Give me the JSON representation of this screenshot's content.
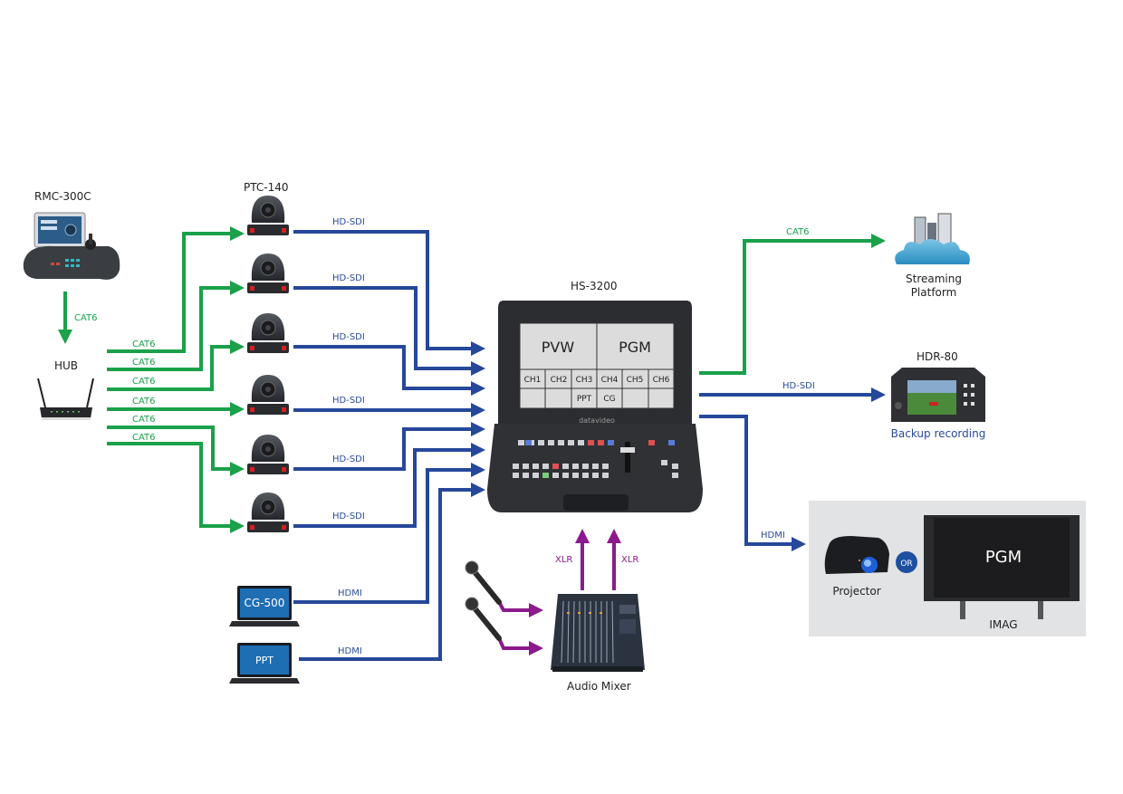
{
  "colors": {
    "cat6": "#1aa14a",
    "video": "#26489a",
    "audio": "#8c1a8c",
    "accent_text": "#2a4b9b",
    "imag_panel": "#e2e3e4"
  },
  "devices": {
    "controller": {
      "label": "RMC-300C",
      "icon": "ptz-controller-icon"
    },
    "hub": {
      "label": "HUB",
      "icon": "router-icon"
    },
    "cameras": {
      "label": "PTC-140",
      "count": 6,
      "icon": "ptz-camera-icon"
    },
    "laptops": [
      {
        "screen_label": "CG-500",
        "icon": "laptop-icon"
      },
      {
        "screen_label": "PPT",
        "icon": "laptop-icon"
      }
    ],
    "switcher": {
      "label": "HS-3200",
      "brand": "datavideo",
      "multiview": {
        "top": [
          "PVW",
          "PGM"
        ],
        "channels": [
          "CH1",
          "CH2",
          "CH3",
          "CH4",
          "CH5",
          "CH6"
        ],
        "sources": [
          "",
          "",
          "PPT",
          "CG",
          "",
          ""
        ]
      }
    },
    "streaming": {
      "label_line1": "Streaming",
      "label_line2": "Platform",
      "icon": "cloud-server-icon"
    },
    "recorder": {
      "label": "HDR-80",
      "caption": "Backup recording",
      "icon": "recorder-icon"
    },
    "projector": {
      "label": "Projector",
      "icon": "projector-icon"
    },
    "or_badge": "OR",
    "imag": {
      "screen_text": "PGM",
      "label": "IMAG",
      "icon": "led-screen-icon"
    },
    "mixer": {
      "label": "Audio Mixer",
      "icon": "audio-mixer-icon"
    },
    "mics": {
      "count": 2,
      "icon": "microphone-icon"
    }
  },
  "cables": {
    "controller_to_hub": "CAT6",
    "hub_to_cameras": [
      "CAT6",
      "CAT6",
      "CAT6",
      "CAT6",
      "CAT6",
      "CAT6"
    ],
    "cameras_to_switcher": [
      "HD-SDI",
      "HD-SDI",
      "HD-SDI",
      "HD-SDI",
      "HD-SDI",
      "HD-SDI"
    ],
    "laptops_to_switcher": [
      "HDMI",
      "HDMI"
    ],
    "mixer_to_switcher": [
      "XLR",
      "XLR"
    ],
    "switcher_to_streaming": "CAT6",
    "switcher_to_recorder": "HD-SDI",
    "switcher_to_display": "HDMI"
  }
}
